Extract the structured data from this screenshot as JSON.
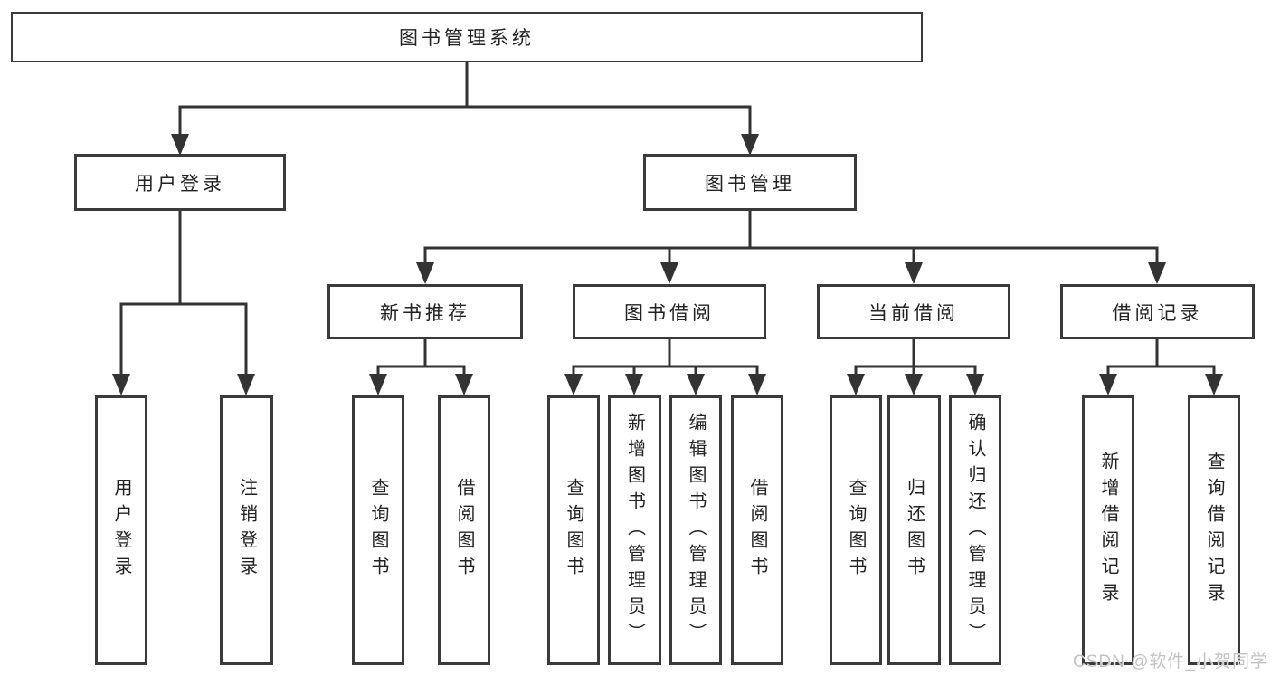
{
  "diagram": {
    "root_label": "图书管理系统",
    "level1": [
      {
        "label": "用户登录",
        "children": [
          "用户登录",
          "注销登录"
        ]
      },
      {
        "label": "图书管理",
        "children": [
          {
            "label": "新书推荐",
            "children": [
              "查询图书",
              "借阅图书"
            ]
          },
          {
            "label": "图书借阅",
            "children": [
              "查询图书",
              "新增图书（管理员）",
              "编辑图书（管理员）",
              "借阅图书"
            ]
          },
          {
            "label": "当前借阅",
            "children": [
              "查询图书",
              "归还图书",
              "确认归还（管理员）"
            ]
          },
          {
            "label": "借阅记录",
            "children": [
              "新增借阅记录",
              "查询借阅记录"
            ]
          }
        ]
      }
    ]
  },
  "watermark": {
    "text": "CSDN @软件_小贺同学"
  },
  "colors": {
    "line": "#333333",
    "box_border": "#3a3a3a",
    "text": "#222222",
    "watermark": "#c3c3c3",
    "background": "#ffffff"
  }
}
